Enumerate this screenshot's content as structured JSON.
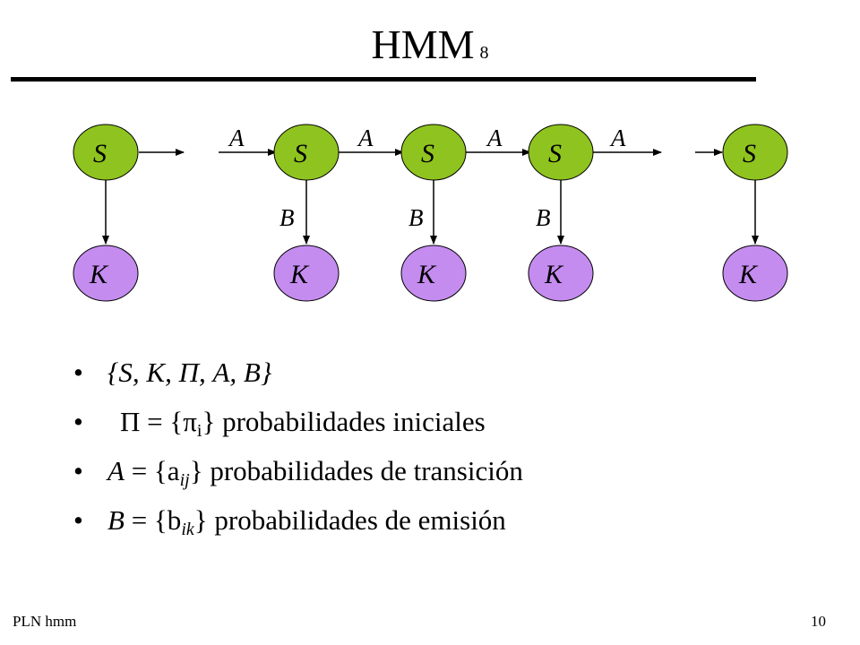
{
  "slide": {
    "title": "HMM",
    "title_sub": "8",
    "footer_left": "PLN hmm",
    "footer_right": "10"
  },
  "diagram": {
    "state_label": "S",
    "observation_label": "K",
    "transition_label": "A",
    "emission_label": "B",
    "colors": {
      "state": "#8fc31f",
      "observation": "#c58cf0"
    }
  },
  "bullets": [
    {
      "text": "{S, K, Π, A, B}"
    },
    {
      "symbol": "Π = {π",
      "sub": "i",
      "after": "} probabilidades iniciales"
    },
    {
      "lhs": "A",
      "eq": " = {a",
      "sub": "ij",
      "after": "} probabilidades de transición"
    },
    {
      "lhs": "B",
      "eq": " = {b",
      "sub": "ik",
      "after": "} probabilidades de emisión"
    }
  ]
}
